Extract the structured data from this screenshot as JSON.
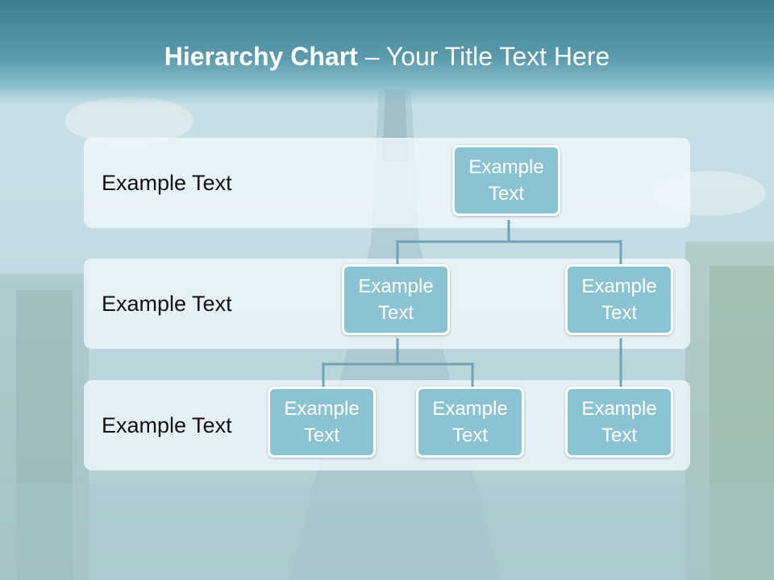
{
  "title": {
    "bold": "Hierarchy Chart",
    "rest": " – Your Title Text Here"
  },
  "levels": [
    {
      "label": "Example Text"
    },
    {
      "label": "Example Text"
    },
    {
      "label": "Example Text"
    }
  ],
  "nodes": {
    "root": {
      "line1": "Example",
      "line2": "Text"
    },
    "l2_left": {
      "line1": "Example",
      "line2": "Text"
    },
    "l2_right": {
      "line1": "Example",
      "line2": "Text"
    },
    "l3_a": {
      "line1": "Example",
      "line2": "Text"
    },
    "l3_b": {
      "line1": "Example",
      "line2": "Text"
    },
    "l3_c": {
      "line1": "Example",
      "line2": "Text"
    }
  },
  "colors": {
    "node_fill": "#8cc3d3",
    "connector": "#6fa3b5",
    "header": "#4a8aa0"
  }
}
